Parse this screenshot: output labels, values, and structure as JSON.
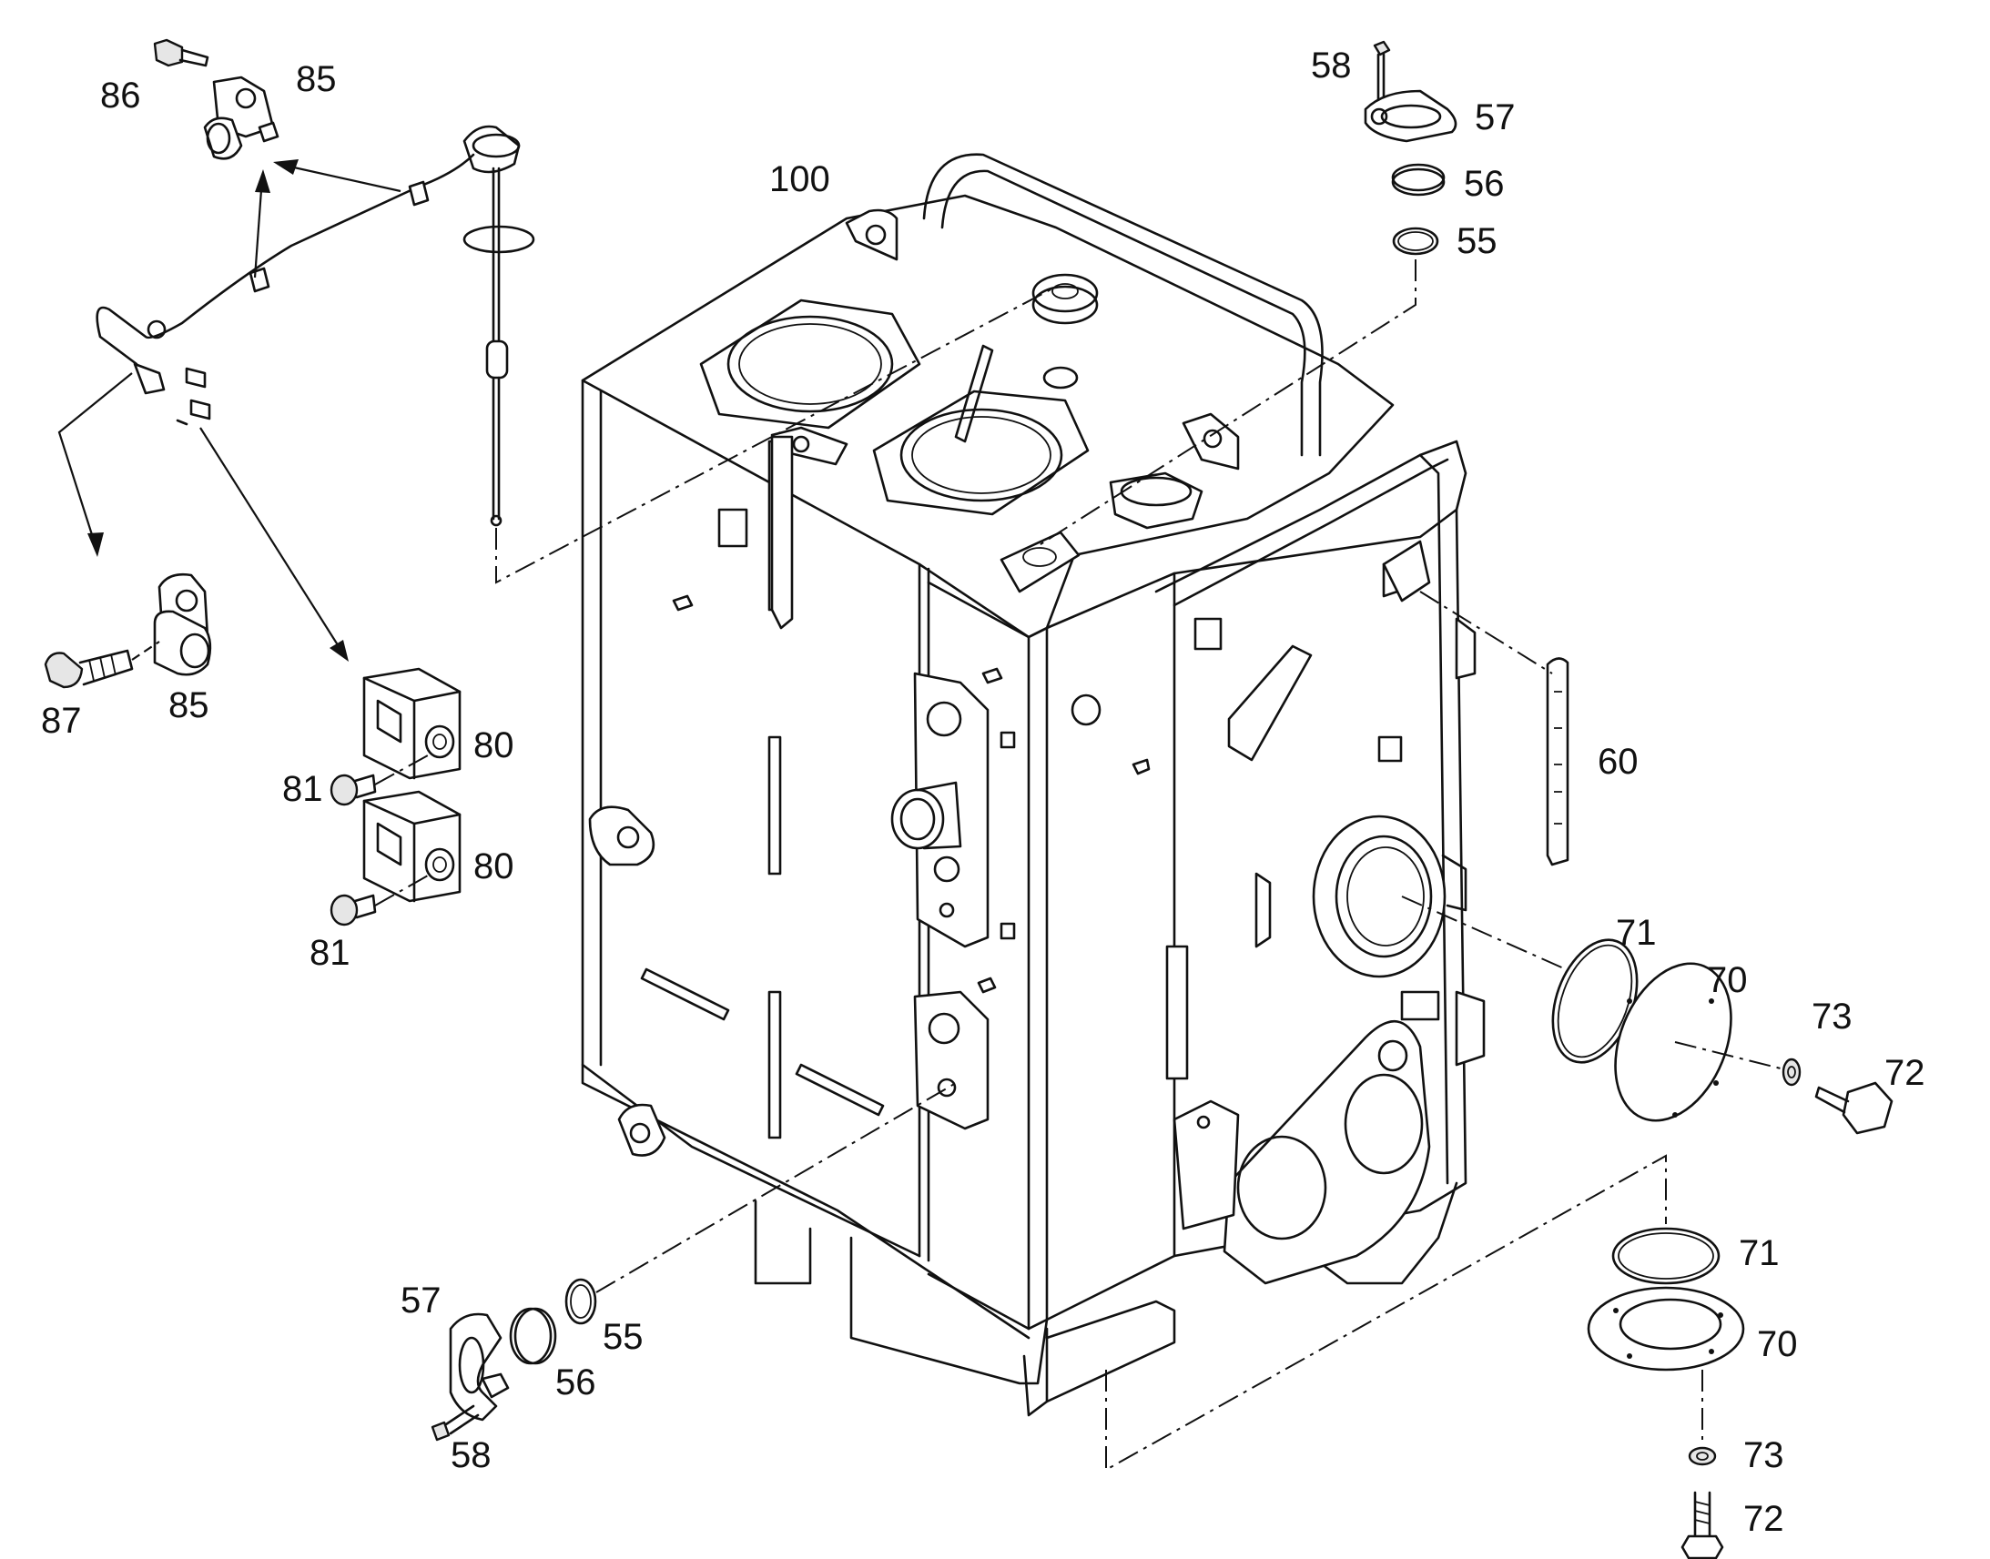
{
  "callouts": {
    "c100": "100",
    "c86": "86",
    "c85a": "85",
    "c85b": "85",
    "c87": "87",
    "c80a": "80",
    "c80b": "80",
    "c81a": "81",
    "c81b": "81",
    "c58a": "58",
    "c57a": "57",
    "c56a": "56",
    "c55a": "55",
    "c60": "60",
    "c71a": "71",
    "c70a": "70",
    "c73a": "73",
    "c72a": "72",
    "c71b": "71",
    "c70b": "70",
    "c73b": "73",
    "c72b": "72",
    "c57b": "57",
    "c56b": "56",
    "c55b": "55",
    "c58b": "58"
  }
}
